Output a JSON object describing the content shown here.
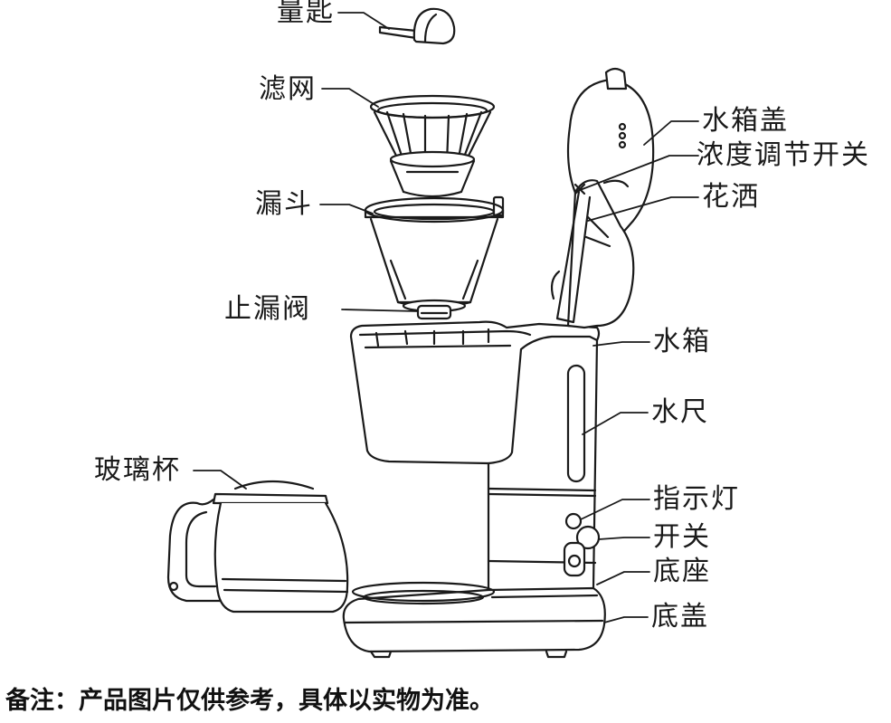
{
  "labels": {
    "scoop": "量匙",
    "filter": "滤网",
    "funnel": "漏斗",
    "stop_valve": "止漏阀",
    "tank_lid": "水箱盖",
    "strength_switch": "浓度调节开关",
    "shower_head": "花洒",
    "water_tank": "水箱",
    "water_gauge": "水尺",
    "glass_carafe": "玻璃杯",
    "indicator_light": "指示灯",
    "power_switch": "开关",
    "base": "底座",
    "bottom_cover": "底盖"
  },
  "note": "备注：产品图片仅供参考，具体以实物为准。",
  "colors": {
    "line": "#1a1a1a",
    "background": "#ffffff"
  }
}
